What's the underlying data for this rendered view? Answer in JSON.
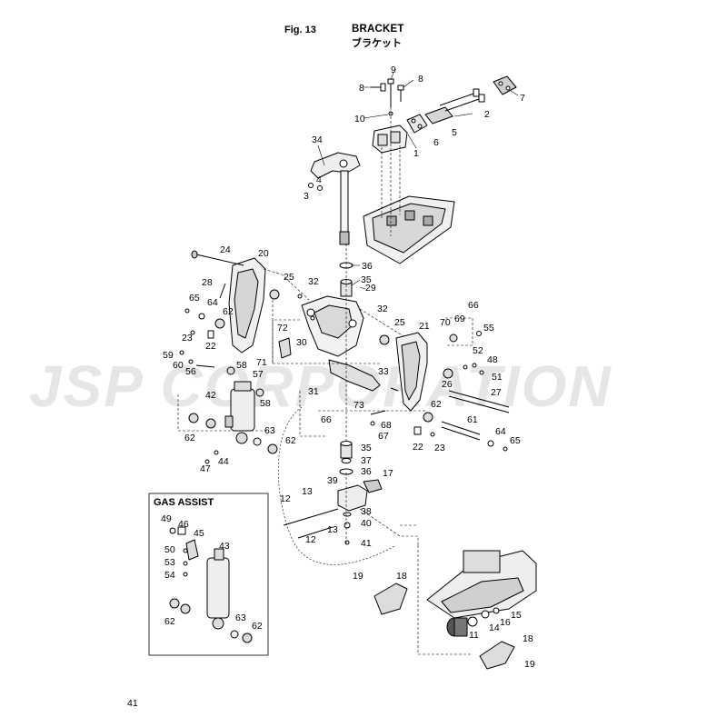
{
  "header": {
    "fig_label": "Fig. 13",
    "title": "BRACKET",
    "subtitle": "ブラケット"
  },
  "inset": {
    "title": "GAS ASSIST"
  },
  "watermark": "JSP CORPORATION",
  "page_number": "41",
  "callouts": {
    "c1": "1",
    "c2": "2",
    "c3": "3",
    "c4": "4",
    "c5": "5",
    "c6": "6",
    "c7": "7",
    "c8a": "8",
    "c8b": "8",
    "c9": "9",
    "c10": "10",
    "c11": "11",
    "c12a": "12",
    "c12b": "12",
    "c13a": "13",
    "c13b": "13",
    "c14": "14",
    "c15": "15",
    "c16": "16",
    "c17": "17",
    "c18a": "18",
    "c18b": "18",
    "c19a": "19",
    "c19b": "19",
    "c20": "20",
    "c21": "21",
    "c22a": "22",
    "c22b": "22",
    "c23a": "23",
    "c23b": "23",
    "c24": "24",
    "c25a": "25",
    "c25b": "25",
    "c26": "26",
    "c27": "27",
    "c28": "28",
    "c29": "29",
    "c30": "30",
    "c31": "31",
    "c32a": "32",
    "c32b": "32",
    "c33": "33",
    "c34": "34",
    "c35a": "35",
    "c35b": "35",
    "c36a": "36",
    "c36b": "36",
    "c37": "37",
    "c38": "38",
    "c39": "39",
    "c40": "40",
    "c41": "41",
    "c42": "42",
    "c43": "43",
    "c44": "44",
    "c45": "45",
    "c46": "46",
    "c47": "47",
    "c48": "48",
    "c49": "49",
    "c50": "50",
    "c51": "51",
    "c52": "52",
    "c53": "53",
    "c54": "54",
    "c55": "55",
    "c56": "56",
    "c57": "57",
    "c58a": "58",
    "c58b": "58",
    "c59": "59",
    "c60": "60",
    "c61": "61",
    "c62a": "62",
    "c62b": "62",
    "c62c": "62",
    "c62d": "62",
    "c62e": "62",
    "c62f": "62",
    "c63a": "63",
    "c63b": "63",
    "c64a": "64",
    "c64b": "64",
    "c65a": "65",
    "c65b": "65",
    "c66a": "66",
    "c66b": "66",
    "c67": "67",
    "c68": "68",
    "c69": "69",
    "c70": "70",
    "c71": "71",
    "c72": "72",
    "c73": "73"
  }
}
